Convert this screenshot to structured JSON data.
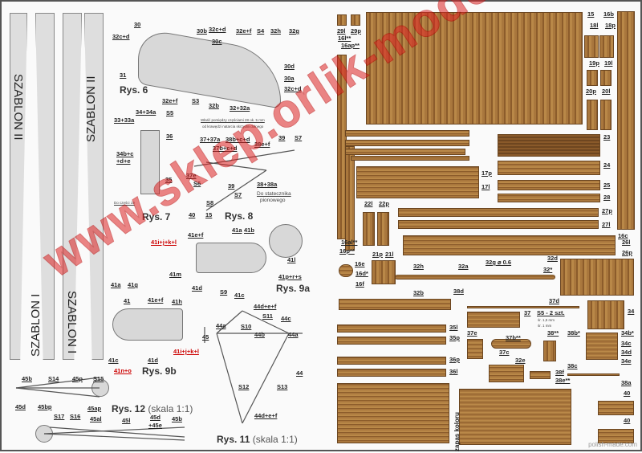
{
  "templates": {
    "t1": "SZABLON II",
    "t2": "SZABLON I",
    "t3": "SZABLON I",
    "t4": "SZABLON II"
  },
  "figures": {
    "rys6": "Rys. 6",
    "rys7": "Rys. 7",
    "rys8": "Rys. 8",
    "rys9a": "Rys. 9a",
    "rys9b": "Rys. 9b",
    "rys11": "Rys. 11",
    "rys12": "Rys. 12",
    "scale": "(skala 1:1)"
  },
  "notes": {
    "gap_line1": "Właść pomiędzy częściami 28 ok. 5 mm",
    "gap_line2": "od krawędzi natarcia skrzydła dolnego",
    "to_part19": "Do części 19",
    "to_fin1": "Do statecznika",
    "to_fin2": "pionowego",
    "s5_qty": "S5 - 2 szt.",
    "s5_d1": "śr. 1,5 mm",
    "s5_d2": "śr. 1 mm",
    "color_reserve": "zapas koloru"
  },
  "left_labels": [
    "30",
    "32c+d",
    "31",
    "30b",
    "32c+d",
    "30c",
    "32e+f",
    "S4",
    "32h",
    "32g",
    "30d",
    "30a",
    "32c+d",
    "32e+f",
    "S3",
    "32b",
    "32+32a",
    "34+34a",
    "33+33a",
    "S5",
    "36",
    "34b+c",
    "+d+e",
    "35",
    "37+37a",
    "38b+c+d",
    "37b+c+d",
    "38e+f",
    "39",
    "S7",
    "37e",
    "S6",
    "39",
    "38+38a",
    "S7",
    "S8",
    "40",
    "15",
    "41e+f",
    "41i+j+k+l",
    "41a",
    "41b",
    "41l",
    "41m",
    "41p+r+s",
    "41d",
    "S9",
    "41c",
    "41a",
    "41g",
    "41",
    "41e+f",
    "41h",
    "41i+j+k+l",
    "41c",
    "41d",
    "41n+o",
    "44d+e+f",
    "S11",
    "44c",
    "44a",
    "S10",
    "44b",
    "44a",
    "45",
    "44",
    "S12",
    "S13",
    "44d+e+f",
    "45b",
    "S14",
    "45p",
    "S15",
    "45d",
    "45bp",
    "45ap",
    "S17",
    "S16",
    "45al",
    "45l",
    "45d",
    "+45e",
    "45b"
  ],
  "right_labels": [
    "29l",
    "29p",
    "16l**",
    "16ap**",
    "15",
    "16b",
    "18l",
    "18p",
    "19p",
    "19l",
    "20p",
    "20l",
    "23",
    "24",
    "25",
    "28",
    "17p",
    "17l",
    "22l",
    "22p",
    "27p",
    "27l",
    "16c",
    "26l",
    "26p",
    "16al**",
    "16p**",
    "16e",
    "16d*",
    "16f",
    "21p",
    "21l",
    "32h",
    "32a",
    "32g ⌀ 0.6",
    "32d",
    "32*",
    "32b",
    "38d",
    "37d",
    "37",
    "34",
    "35l",
    "35p",
    "37e",
    "37b**",
    "38**",
    "38b*",
    "34b*",
    "34c",
    "37c",
    "34d",
    "32e",
    "38c",
    "34e",
    "36p",
    "36l",
    "38f",
    "38e**",
    "38a",
    "40",
    "40"
  ],
  "watermark": "www.sklep.orlik-models.pl",
  "credit": "polish-made.com"
}
